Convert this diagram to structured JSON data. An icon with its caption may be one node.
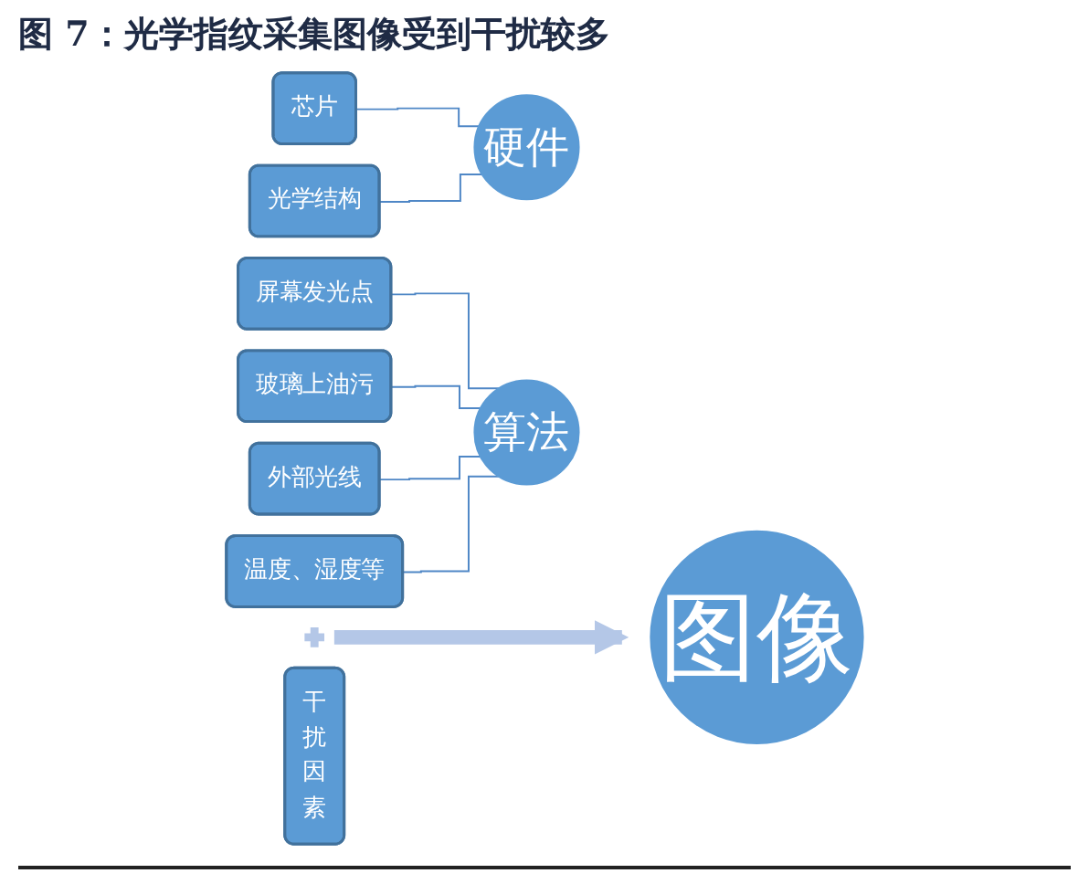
{
  "diagram": {
    "title": "图 7：光学指纹采集图像受到干扰较多",
    "nodes": [
      {
        "text": [
          "芯片"
        ]
      },
      {
        "text": [
          "光学结构"
        ]
      },
      {
        "text": [
          "硬件"
        ]
      },
      {
        "text": [
          "干扰因素"
        ]
      },
      {
        "text": [
          "屏幕发光点"
        ]
      },
      {
        "text": [
          "玻璃上油污"
        ]
      },
      {
        "text": [
          "外部光线"
        ]
      },
      {
        "text": [
          "温度、湿度等"
        ]
      },
      {
        "text": [
          "算法"
        ]
      },
      {
        "text": [],
        "shape": "plus"
      },
      {
        "text": [
          "图像"
        ]
      }
    ],
    "edges": [
      {
        "from": 0,
        "to": 2,
        "arrow": "none"
      },
      {
        "from": 1,
        "to": 2,
        "arrow": "none"
      },
      {
        "from": 4,
        "to": 8,
        "arrow": "none"
      },
      {
        "from": 5,
        "to": 8,
        "arrow": "none"
      },
      {
        "from": 6,
        "to": 8,
        "arrow": "none"
      },
      {
        "from": 7,
        "to": 8,
        "arrow": "none"
      },
      {
        "from": 9,
        "to": 10,
        "arrow": "to",
        "style": "thick",
        "color": "#b4c7e7"
      }
    ]
  }
}
